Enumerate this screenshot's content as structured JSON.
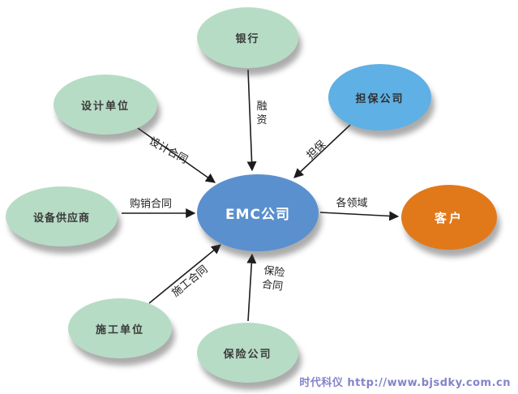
{
  "diagram": {
    "subject": "EMC company relationship diagram"
  },
  "nodes": {
    "bank": {
      "label": "银行"
    },
    "design": {
      "label": "设计单位"
    },
    "guarantee": {
      "label": "担保公司"
    },
    "supplier": {
      "label": "设备供应商"
    },
    "emc": {
      "label": "EMC公司"
    },
    "customer": {
      "label": "客户"
    },
    "construction": {
      "label": "施工单位"
    },
    "insurance": {
      "label": "保险公司"
    }
  },
  "edges": {
    "financing": {
      "label": "融资",
      "from": "银行",
      "to": "EMC公司"
    },
    "guarantee_contract": {
      "label": "担保",
      "from": "担保公司",
      "to": "EMC公司"
    },
    "design_contract": {
      "label": "设计合同",
      "from": "设计单位",
      "to": "EMC公司"
    },
    "purchase_contract": {
      "label": "购销合同",
      "from": "设备供应商",
      "to": "EMC公司"
    },
    "construction_contract": {
      "label": "施工合同",
      "from": "施工单位",
      "to": "EMC公司"
    },
    "insurance_contract": {
      "label": "保险合同",
      "from": "保险公司",
      "to": "EMC公司"
    },
    "fields": {
      "label": "各领域",
      "from": "EMC公司",
      "to": "客户"
    }
  },
  "watermark": {
    "text": "时代科仪 http://www.bjsdky.com.cn"
  },
  "colors": {
    "node_green": "#b7dcc5",
    "node_blue": "#5b90cf",
    "node_blue_light": "#5fb0e4",
    "node_orange": "#e1791b",
    "arrow": "#1c1c1c",
    "watermark": "#8383cc",
    "background": "#ffffff"
  }
}
